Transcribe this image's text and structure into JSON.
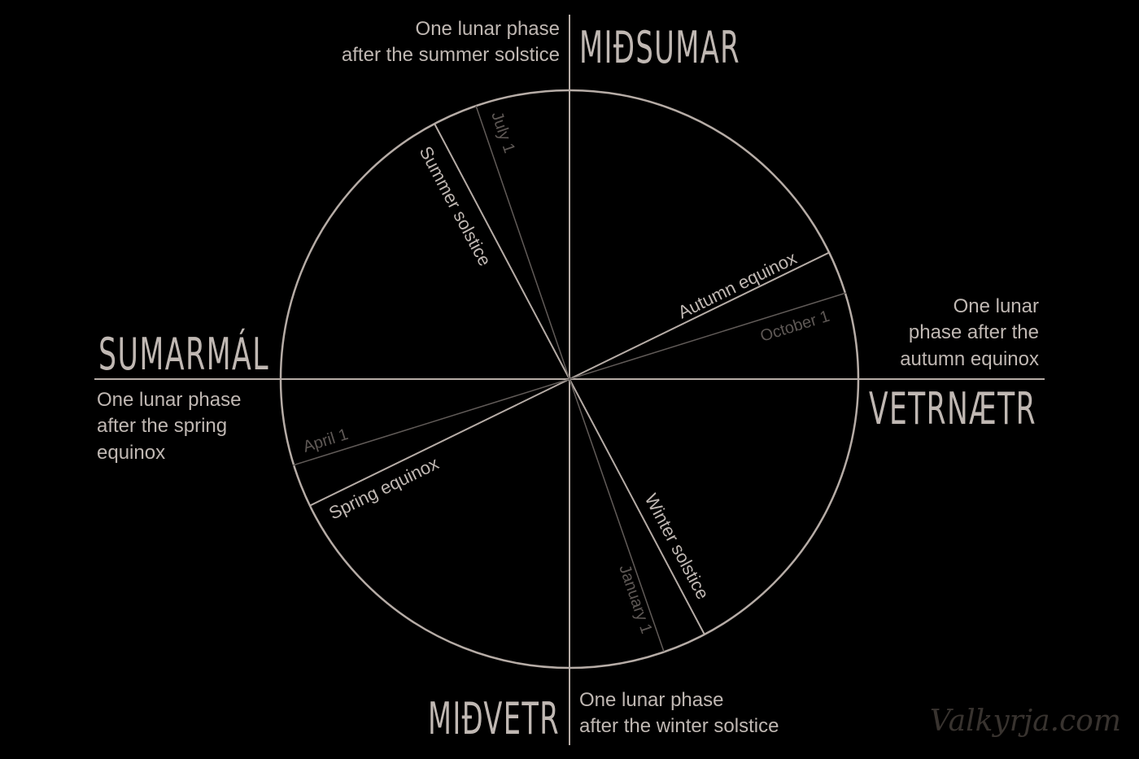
{
  "colors": {
    "background": "#000000",
    "primary_line": "#b6aca6",
    "primary_text": "#c0b8b3",
    "secondary_line": "#615b58",
    "secondary_text": "#5e5855",
    "watermark": "#38332f"
  },
  "festivals": {
    "midsumar": {
      "name": "MIÐSUMAR",
      "note_line1": "One lunar phase",
      "note_line2": "after the summer solstice"
    },
    "vetrnaetr": {
      "name": "VETRNÆTR",
      "note_line1": "One lunar",
      "note_line2": "phase after the",
      "note_line3": "autumn equinox"
    },
    "midvetr": {
      "name": "MIÐVETR",
      "note_line1": "One lunar phase",
      "note_line2": "after the winter solstice"
    },
    "sumarmal": {
      "name": "SUMARMÁL",
      "note_line1": "One lunar phase",
      "note_line2": "after the spring",
      "note_line3": "equinox"
    }
  },
  "events": {
    "summer_solstice": "Summer solstice",
    "autumn_equinox": "Autumn equinox",
    "winter_solstice": "Winter solstice",
    "spring_equinox": "Spring equinox"
  },
  "month_markers": {
    "july_1": "July 1",
    "october_1": "October 1",
    "january_1": "January 1",
    "april_1": "April 1"
  },
  "watermark": "Valkyrja.com"
}
